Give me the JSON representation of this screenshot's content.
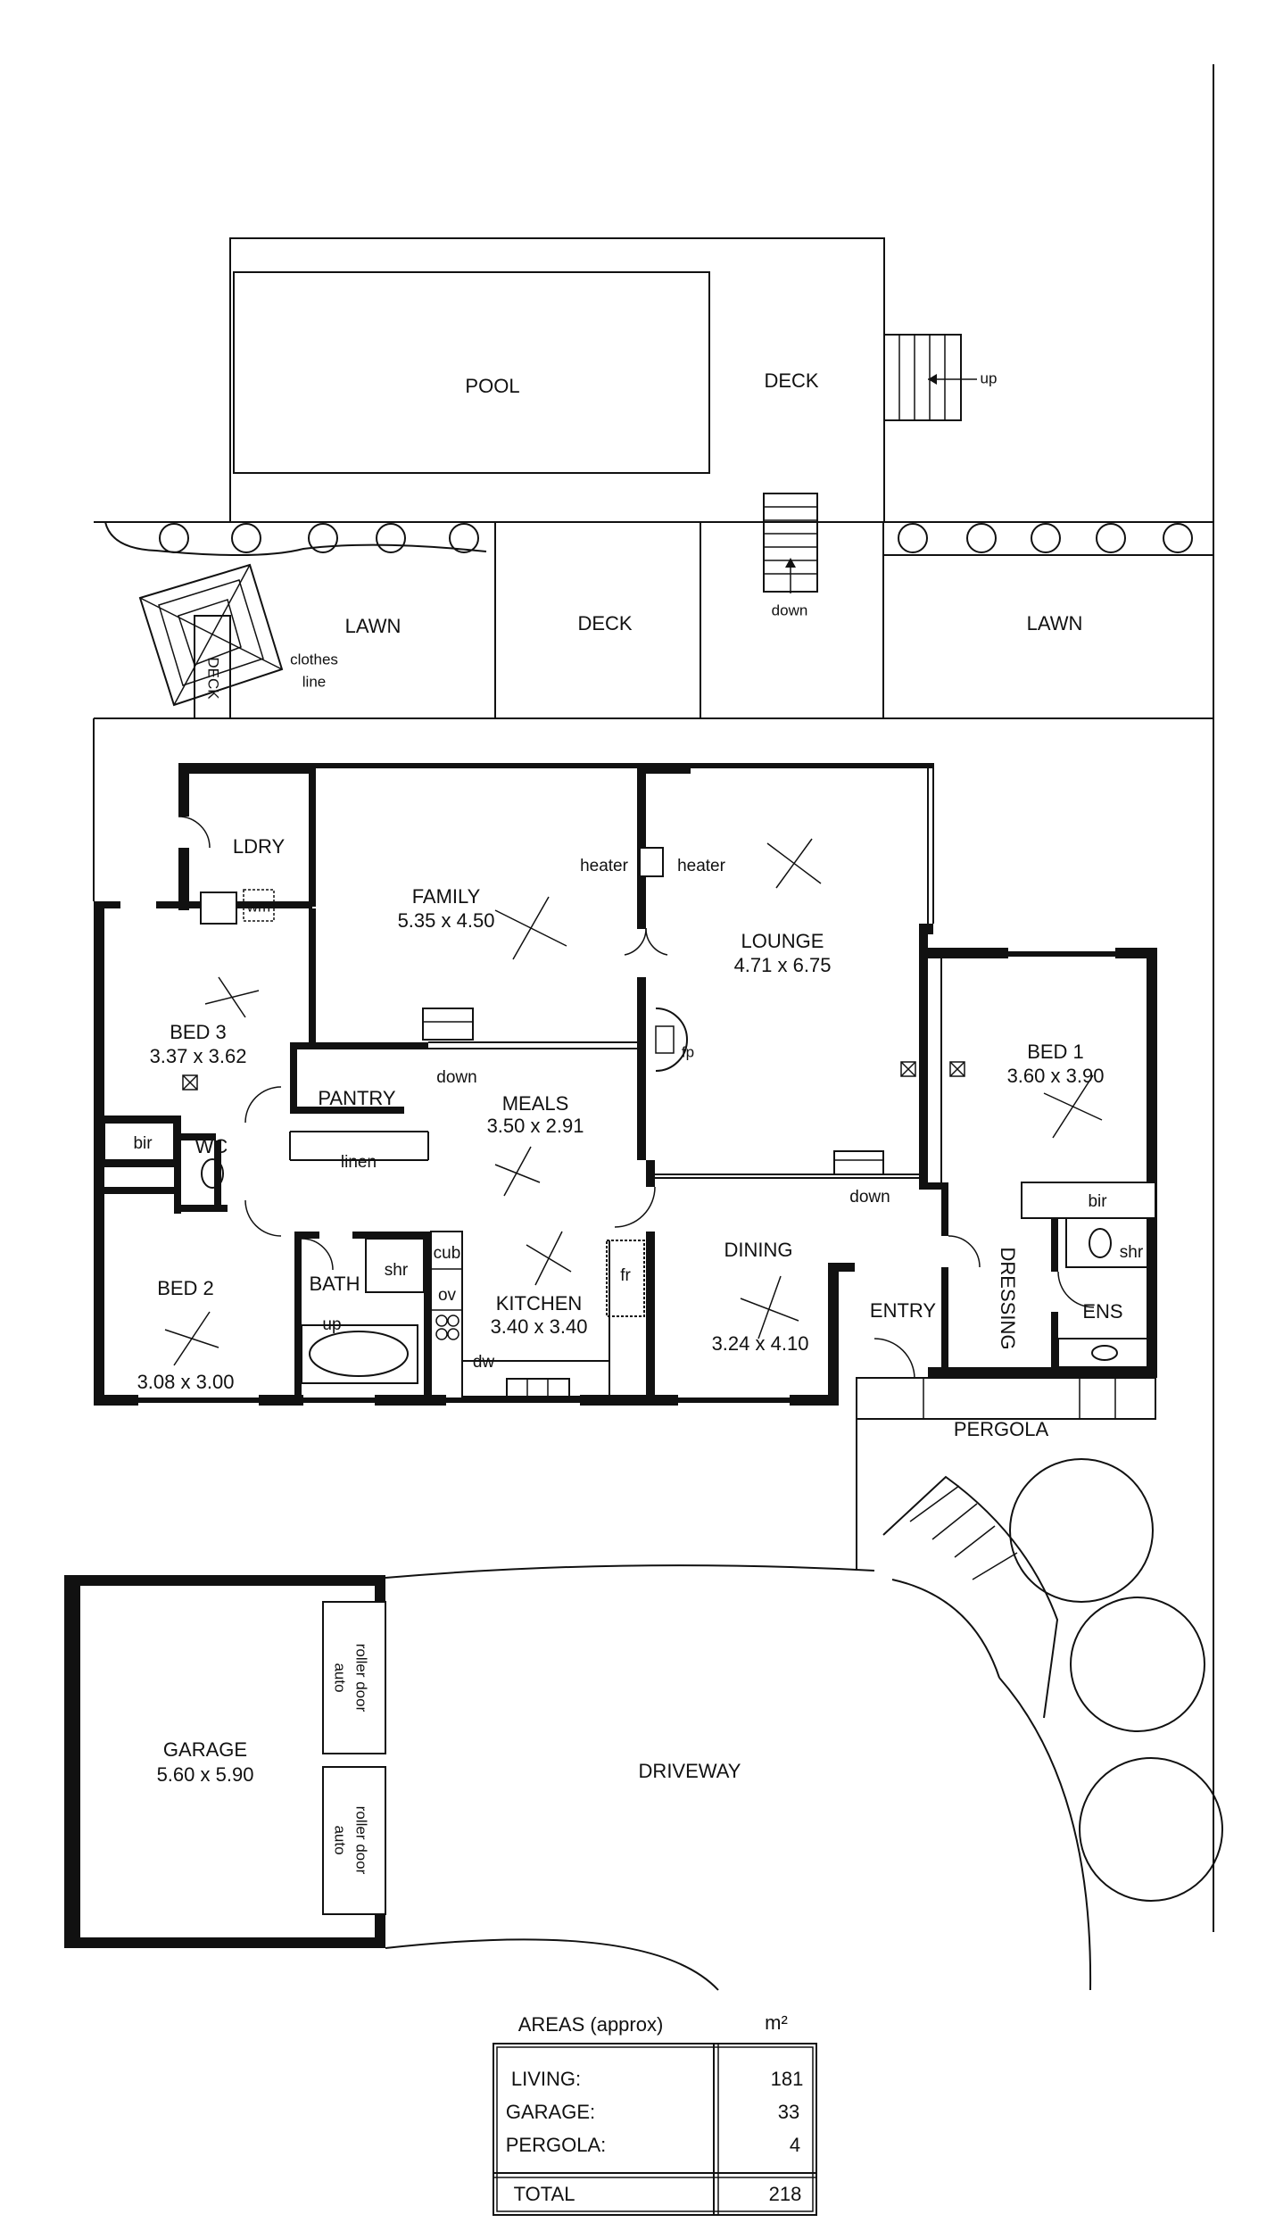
{
  "outdoor": {
    "pool": "POOL",
    "deck_top": "DECK",
    "up": "up",
    "down": "down",
    "lawn_left": "LAWN",
    "deck_mid": "DECK",
    "lawn_right": "LAWN",
    "deck_small": "DECK",
    "clothes_line": [
      "clothes",
      "line"
    ]
  },
  "rooms": {
    "ldry": "LDRY",
    "wm": "wm",
    "family": {
      "name": "FAMILY",
      "size": "5.35 x 4.50"
    },
    "heater_left": "heater",
    "heater_right": "heater",
    "lounge": {
      "name": "LOUNGE",
      "size": "4.71 x 6.75"
    },
    "fp": "fp",
    "bed3": {
      "name": "BED 3",
      "size": "3.37 x 3.62"
    },
    "pantry": "PANTRY",
    "down_meals": "down",
    "meals": {
      "name": "MEALS",
      "size": "3.50 x 2.91"
    },
    "linen": "linen",
    "bir_left": "bir",
    "wc": "WC",
    "bed1": {
      "name": "BED 1",
      "size": "3.60 x 3.90"
    },
    "bir_right": "bir",
    "down_dining": "down",
    "bed2": {
      "name": "BED 2",
      "size": "3.08 x 3.00"
    },
    "bath": "BATH",
    "shr_bath": "shr",
    "up_bath": "up",
    "cub": "cub",
    "ov": "ov",
    "dw": "dw",
    "kitchen": {
      "name": "KITCHEN",
      "size": "3.40 x 3.40"
    },
    "fr": "fr",
    "dining": {
      "name": "DINING",
      "size": "3.24 x 4.10"
    },
    "entry": "ENTRY",
    "dressing": "DRESSING",
    "shr_ens": "shr",
    "ens": "ENS",
    "pergola": "PERGOLA",
    "garage": {
      "name": "GARAGE",
      "size": "5.60 x 5.90"
    },
    "roller_door_1": [
      "auto",
      "roller door"
    ],
    "roller_door_2": [
      "auto",
      "roller door"
    ],
    "driveway": "DRIVEWAY"
  },
  "areas": {
    "title": "AREAS (approx)",
    "unit": "m²",
    "rows": [
      {
        "label": "LIVING:",
        "value": "181"
      },
      {
        "label": "GARAGE:",
        "value": "33"
      },
      {
        "label": "PERGOLA:",
        "value": "4"
      }
    ],
    "total": {
      "label": "TOTAL",
      "value": "218"
    }
  }
}
